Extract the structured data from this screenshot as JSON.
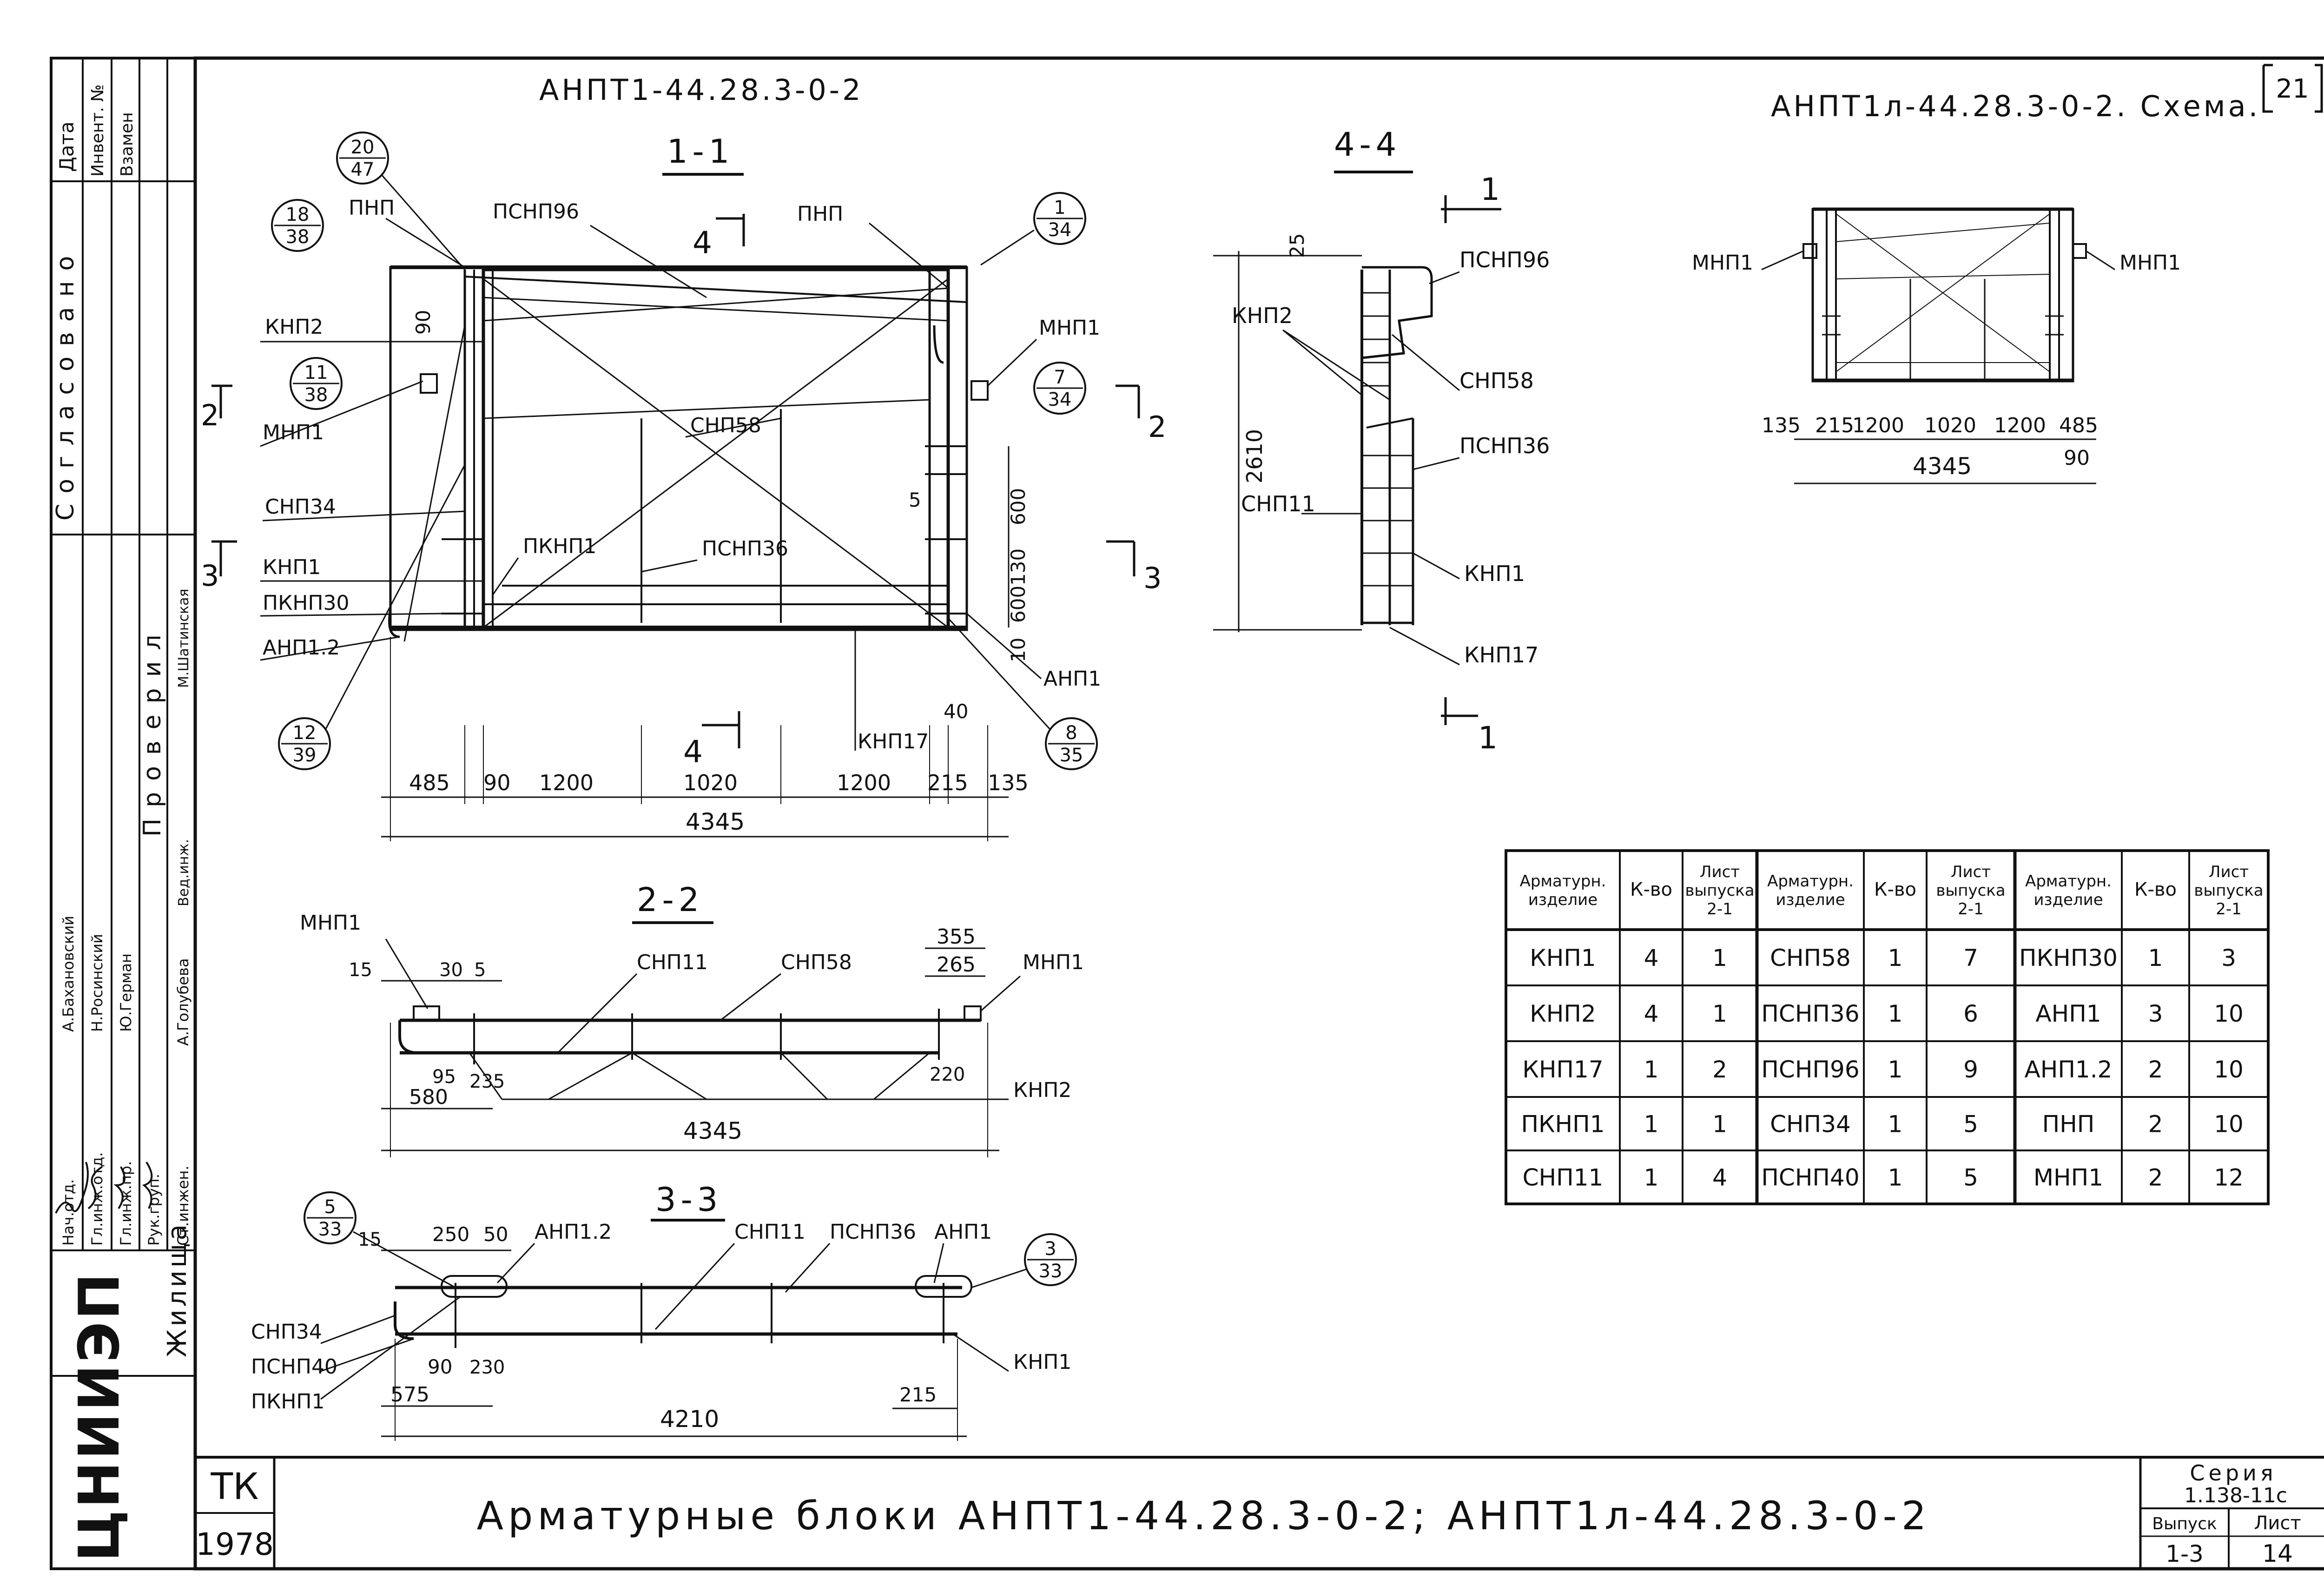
{
  "top_left_title": "АНПТ1-44.28.3-0-2",
  "top_right_title": "АНПТ1л-44.28.3-0-2. Схема.",
  "sheet_corner_number": "21",
  "sections": {
    "s1": "1-1",
    "s2": "2-2",
    "s3": "3-3",
    "s4": "4-4"
  },
  "cut_marks": {
    "c1": "1",
    "c1b": "1",
    "c2a": "2",
    "c2b": "2",
    "c3a": "3",
    "c3b": "3",
    "c4a": "4",
    "c4b": "4"
  },
  "view11": {
    "labels": {
      "pnp_left": "ПНП",
      "psnp96": "ПСНП96",
      "pnp_right": "ПНП",
      "knp2": "КНП2",
      "mnp1_left": "МНП1",
      "mnp1_right": "МНП1",
      "snp58": "СНП58",
      "snp34": "СНП34",
      "pknp1": "ПКНП1",
      "psnp36": "ПСНП36",
      "knp1": "КНП1",
      "pknp30": "ПКНП30",
      "anp12": "АНП1.2",
      "knp17": "КНП17",
      "anp1": "АНП1"
    },
    "circles": [
      {
        "top": "20",
        "bottom": "47"
      },
      {
        "top": "18",
        "bottom": "38"
      },
      {
        "top": "11",
        "bottom": "38"
      },
      {
        "top": "1",
        "bottom": "34"
      },
      {
        "top": "7",
        "bottom": "34"
      },
      {
        "top": "8",
        "bottom": "35"
      },
      {
        "top": "12",
        "bottom": "39"
      }
    ],
    "dims": {
      "d90": "90",
      "d5": "5",
      "d600a": "600",
      "d130": "130",
      "d600b": "600",
      "d10": "10",
      "d40": "40",
      "bottom": [
        "485",
        "90",
        "1200",
        "1020",
        "1200",
        "215",
        "135"
      ],
      "total": "4345"
    }
  },
  "view22": {
    "labels": {
      "mnp1_left": "МНП1",
      "snp11": "СНП11",
      "snp58": "СНП58",
      "mnp1_right": "МНП1",
      "knp2": "КНП2"
    },
    "dims": {
      "d15": "15",
      "d30": "30",
      "d5": "5",
      "d355": "355",
      "d265": "265",
      "d95": "95",
      "d235": "235",
      "d580": "580",
      "d220": "220",
      "total": "4345"
    }
  },
  "view33": {
    "labels": {
      "anp12": "АНП1.2",
      "snp11": "СНП11",
      "psnp36": "ПСНП36",
      "anp1": "АНП1",
      "snp34": "СНП34",
      "psnp40": "ПСНП40",
      "pknp1": "ПКНП1",
      "knp1": "КНП1"
    },
    "circles": [
      {
        "top": "5",
        "bottom": "33"
      },
      {
        "top": "3",
        "bottom": "33"
      }
    ],
    "dims": {
      "d15": "15",
      "d250": "250",
      "d50": "50",
      "d90": "90",
      "d230": "230",
      "d575": "575",
      "d215": "215",
      "total": "4210"
    }
  },
  "view44": {
    "labels": {
      "psnp96": "ПСНП96",
      "knp2": "КНП2",
      "snp58": "СНП58",
      "psnp36": "ПСНП36",
      "snp11": "СНП11",
      "knp1": "КНП1",
      "knp17": "КНП17"
    },
    "dims": {
      "d25": "25",
      "height": "2610"
    }
  },
  "scheme": {
    "labels": {
      "mnp1_left": "МНП1",
      "mnp1_right": "МНП1"
    },
    "dims": {
      "row": [
        "135",
        "215",
        "1200",
        "1020",
        "1200",
        "485"
      ],
      "d90": "90",
      "total": "4345"
    }
  },
  "spec_table": {
    "headers": [
      "Арматурн. изделие",
      "К-во",
      "Лист выпуска 2-1",
      "Арматурн. изделие",
      "К-во",
      "Лист выпуска 2-1",
      "Арматурн. изделие",
      "К-во",
      "Лист выпуска 2-1"
    ],
    "rows": [
      [
        "КНП1",
        "4",
        "1",
        "СНП58",
        "1",
        "7",
        "ПКНП30",
        "1",
        "3"
      ],
      [
        "КНП2",
        "4",
        "1",
        "ПСНП36",
        "1",
        "6",
        "АНП1",
        "3",
        "10"
      ],
      [
        "КНП17",
        "1",
        "2",
        "ПСНП96",
        "1",
        "9",
        "АНП1.2",
        "2",
        "10"
      ],
      [
        "ПКНП1",
        "1",
        "1",
        "СНП34",
        "1",
        "5",
        "ПНП",
        "2",
        "10"
      ],
      [
        "СНП11",
        "1",
        "4",
        "ПСНП40",
        "1",
        "5",
        "МНП1",
        "2",
        "12"
      ]
    ]
  },
  "stamp_column": {
    "headers": [
      "Дата",
      "Инвент. №",
      "Взамен"
    ],
    "soglasovano": "Согласовано",
    "provéril": "Проверил",
    "roles": [
      "Нач.отд.",
      "Гл.инж.отд.",
      "Гл.инж.пр.",
      "Рук.груп.",
      "Ст.инжен.",
      "Вед.инж."
    ],
    "names": [
      "А.Бахановский",
      "Н.Росинский",
      "Ю.Герман",
      "А.Голубева",
      "М.Шатинская"
    ],
    "org_word": "Жилища",
    "org_logo": "ЦНИИЭП",
    "org_mark": "ТК",
    "year": "1978"
  },
  "title_block": {
    "main_title": "Арматурные блоки АНПТ1-44.28.3-0-2; АНПТ1л-44.28.3-0-2",
    "series_label": "Серия",
    "series_value": "1.138-11с",
    "issue_label": "Выпуск",
    "issue_value": "1-3",
    "sheet_label": "Лист",
    "sheet_value": "14"
  }
}
